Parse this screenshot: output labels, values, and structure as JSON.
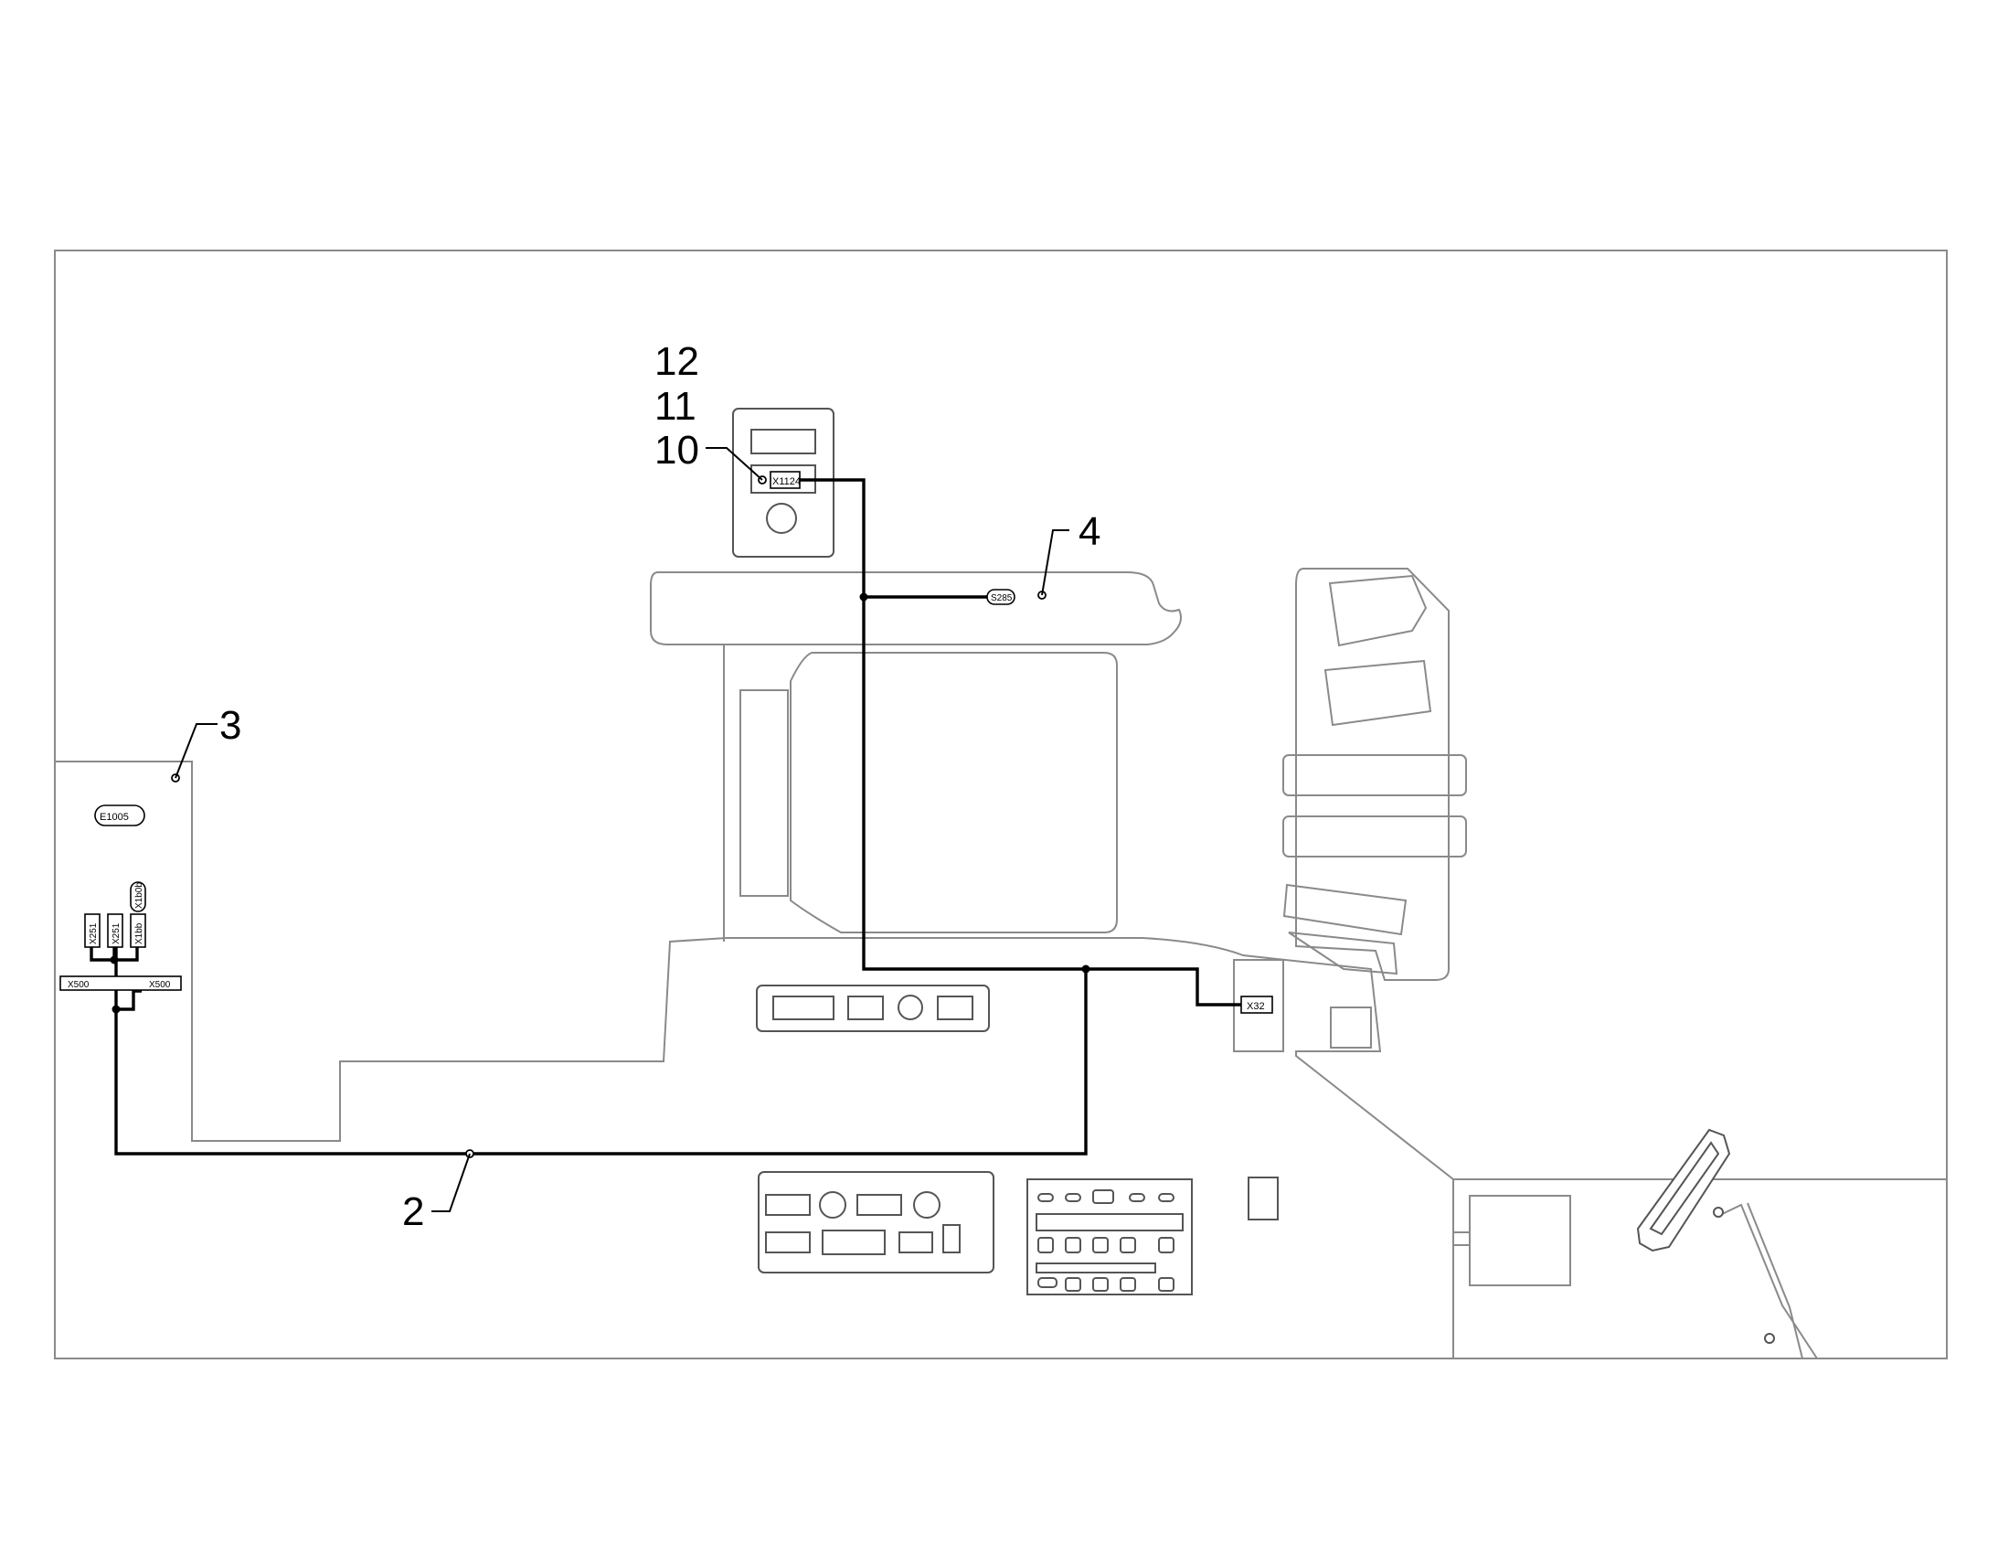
{
  "callouts": {
    "c12": "12",
    "c11": "11",
    "c10": "10",
    "c4": "4",
    "c3": "3",
    "c2": "2"
  },
  "connectors": {
    "x1124": "X1124",
    "s285": "S285",
    "e1005": "E1005",
    "x500_left": "X500",
    "x500_right": "X500",
    "x32": "X32",
    "x251a": "X251",
    "x251b": "X251",
    "x1bb": "X1bb",
    "x1b0b": "X1b0b"
  },
  "colors": {
    "wire": "#000000",
    "outline": "#8a8a8a",
    "background": "#ffffff"
  }
}
